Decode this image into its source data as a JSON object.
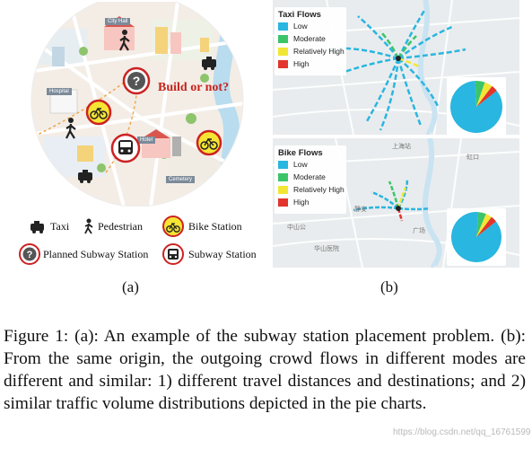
{
  "panel_a": {
    "label": "(a)",
    "question": "Build or not?",
    "place_labels": {
      "city_hall": "City Hall",
      "hospital": "Hospital",
      "hotel": "Hotel",
      "cemetery": "Cemetery"
    },
    "legend": {
      "taxi": "Taxi",
      "pedestrian": "Pedestrian",
      "bike_station": "Bike Station",
      "planned_subway_station": "Planned Subway Station",
      "subway_station": "Subway Station"
    }
  },
  "panel_b": {
    "label": "(b)",
    "taxi_map": {
      "title": "Taxi Flows",
      "legend": [
        {
          "label": "Low",
          "color": "#29b6e0"
        },
        {
          "label": "Moderate",
          "color": "#3cc46a"
        },
        {
          "label": "Relatively High",
          "color": "#f2e635"
        },
        {
          "label": "High",
          "color": "#e2352b"
        }
      ],
      "pie": [
        0.85,
        0.06,
        0.05,
        0.04
      ]
    },
    "bike_map": {
      "title": "Bike Flows",
      "legend": [
        {
          "label": "Low",
          "color": "#29b6e0"
        },
        {
          "label": "Moderate",
          "color": "#3cc46a"
        },
        {
          "label": "Relatively High",
          "color": "#f2e635"
        },
        {
          "label": "High",
          "color": "#e2352b"
        }
      ],
      "pie": [
        0.87,
        0.05,
        0.04,
        0.04
      ],
      "map_labels": {
        "shanghai_station": "上海站",
        "hongkou": "虹口",
        "square": "广场",
        "zhongshan": "中山公",
        "jingan": "静安",
        "hospital": "华山医院"
      }
    }
  },
  "caption": "Figure 1: (a): An example of the subway station placement problem. (b): From the same origin, the outgoing crowd flows in different modes are different and similar: 1) different travel distances and destinations; and 2) similar traffic volume distributions depicted in the pie charts.",
  "watermark": "https://blog.csdn.net/qq_16761599"
}
